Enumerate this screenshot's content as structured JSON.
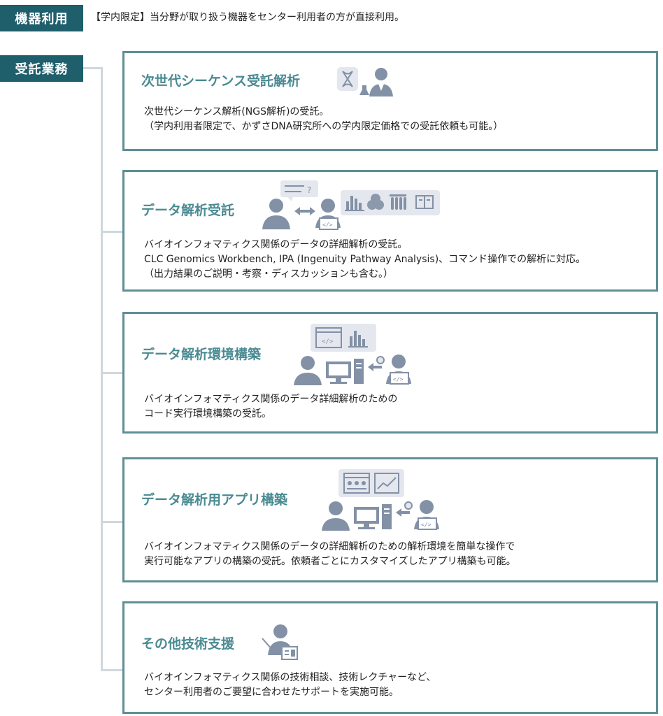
{
  "equipment": {
    "tag": "機器利用",
    "description": "【学内限定】当分野が取り扱う機器をセンター利用者の方が直接利用。"
  },
  "contract": {
    "tag": "受託業務",
    "cards": [
      {
        "title": "次世代シーケンス受託解析",
        "lines": [
          "次世代シーケンス解析(NGS解析)の受託。",
          "（学内利用者限定で、かずさDNA研究所への学内限定価格での受託依頼も可能。）"
        ],
        "icons": [
          "dna-icon",
          "scientist-icon"
        ]
      },
      {
        "title": "データ解析受託",
        "lines": [
          "バイオインフォマティクス関係のデータの詳細解析の受託。",
          "CLC Genomics Workbench, IPA (Ingenuity Pathway Analysis)、コマンド操作での解析に対応。",
          "（出力結果のご説明・考察・ディスカッションも含む。）"
        ],
        "icons": [
          "person-icon",
          "exchange-arrow-icon",
          "developer-icon",
          "bar-chart-icon",
          "venn-icon",
          "tubes-icon",
          "book-icon"
        ]
      },
      {
        "title": "データ解析環境構築",
        "lines": [
          "バイオインフォマティクス関係のデータ詳細解析のための",
          "コード実行環境構築の受託。"
        ],
        "icons": [
          "code-window-icon",
          "bar-chart-icon",
          "person-icon",
          "computer-icon",
          "arrow-icon",
          "developer-icon"
        ]
      },
      {
        "title": "データ解析用アプリ構築",
        "lines": [
          "バイオインフォマティクス関係のデータの詳細解析のための解析環境を簡単な操作で",
          "実行可能なアプリの構築の受託。依頼者ごとにカスタマイズしたアプリ構築も可能。"
        ],
        "icons": [
          "app-window-icon",
          "line-chart-icon",
          "person-icon",
          "computer-icon",
          "arrow-icon",
          "developer-icon"
        ]
      },
      {
        "title": "その他技術支援",
        "lines": [
          "バイオインフォマティクス関係の技術相談、技術レクチャーなど、",
          "センター利用者のご要望に合わせたサポートを実施可能。"
        ],
        "icons": [
          "lecturer-icon"
        ]
      }
    ]
  },
  "colors": {
    "tag_bg": "#1f5e6b",
    "card_border": "#5e8f96",
    "title": "#4a8a92",
    "icon": "#8391a6",
    "icon_bg": "#e4e7ee",
    "connector": "#cfd8de"
  }
}
